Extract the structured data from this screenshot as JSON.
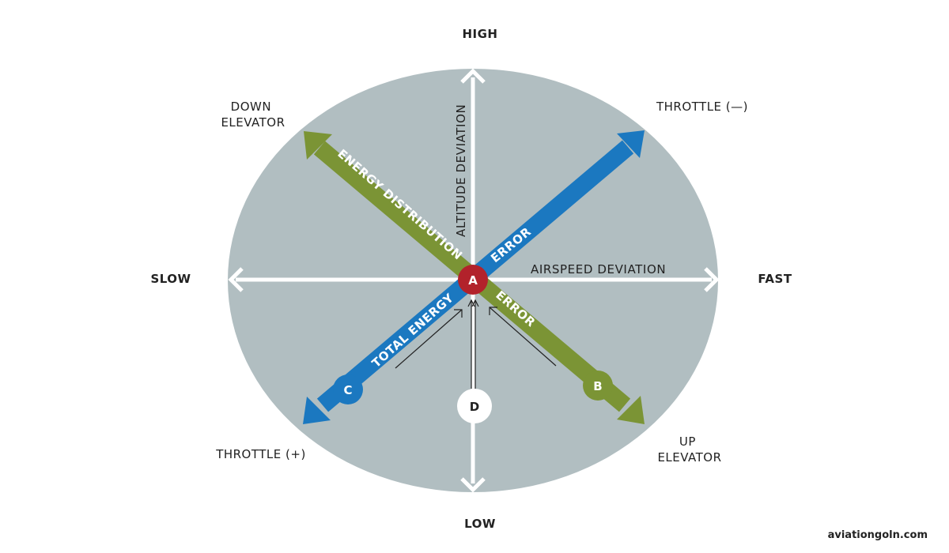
{
  "directions": {
    "high": "HIGH",
    "low": "LOW",
    "slow": "SLOW",
    "fast": "FAST"
  },
  "corner_labels": {
    "down_elevator": [
      "DOWN",
      "ELEVATOR"
    ],
    "throttle_minus": "THROTTLE (—)",
    "throttle_plus": "THROTTLE (+)",
    "up_elevator": [
      "UP",
      "ELEVATOR"
    ]
  },
  "axis_labels": {
    "altitude": "ALTITUDE DEVIATION",
    "airspeed": "AIRSPEED DEVIATION"
  },
  "band_labels": {
    "energy_distribution": "ENERGY DISTRIBUTION",
    "error_upper": "ERROR",
    "error_lower": "ERROR",
    "total_energy": "TOTAL ENERGY"
  },
  "points": {
    "a": "A",
    "b": "B",
    "c": "C",
    "d": "D"
  },
  "watermark": "aviationgoln.com",
  "colors": {
    "ellipse": "#b1bec1",
    "white_axis": "#ffffff",
    "green_band": "#7b9435",
    "blue_band": "#1b78c0",
    "point_a": "#b2222b",
    "point_d": "#ffffff",
    "text": "#222222"
  }
}
